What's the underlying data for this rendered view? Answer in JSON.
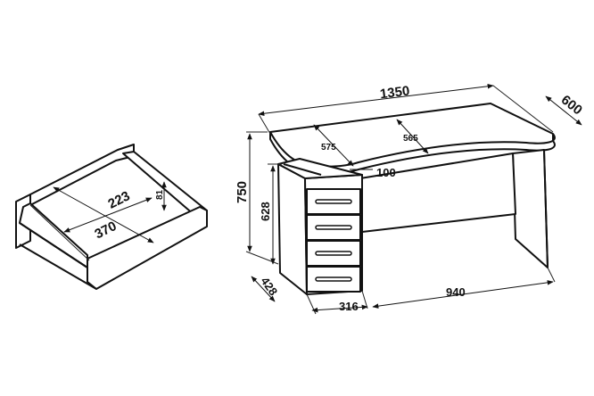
{
  "drawer": {
    "width_label": "223",
    "depth_label": "370",
    "height_label": "81"
  },
  "desk": {
    "length_label": "1350",
    "depth_label": "600",
    "height_label": "750",
    "pedestal_height_label": "628",
    "inner_depth_label": "575",
    "top_depth_label": "565",
    "overhang_label": "100",
    "pedestal_depth_label": "428",
    "pedestal_width_label": "316",
    "knee_space_label": "940"
  }
}
